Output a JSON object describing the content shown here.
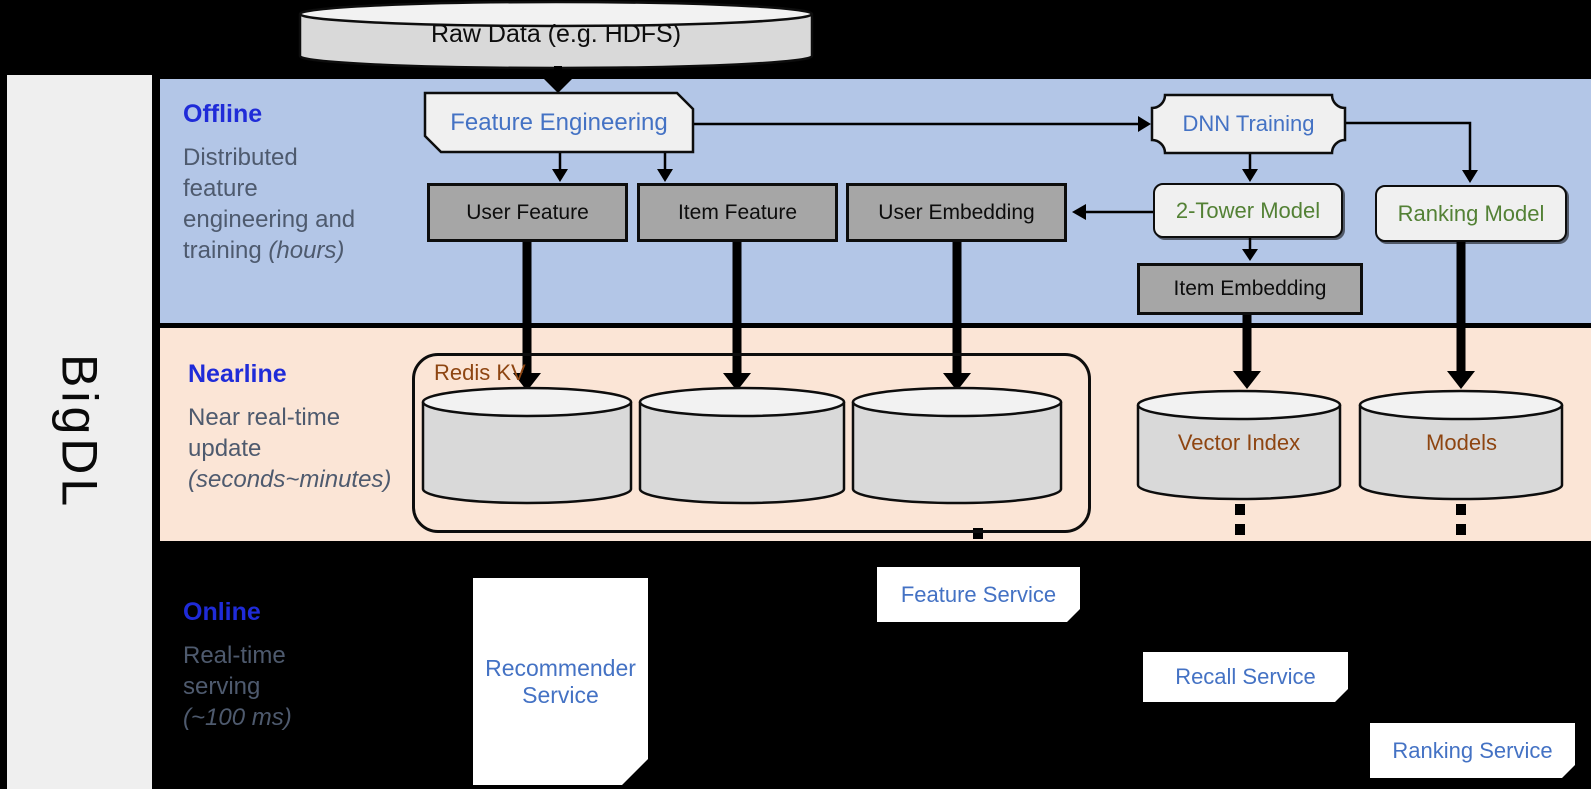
{
  "brand": "BigDL",
  "datasource": {
    "label": "Raw Data (e.g. HDFS)"
  },
  "lanes": {
    "offline": {
      "title": "Offline",
      "subtitle": "Distributed\nfeature\nengineering and\ntraining ",
      "subtitle_italic": "(hours)"
    },
    "nearline": {
      "title": "Nearline",
      "subtitle": "Near real-time\nupdate\n",
      "subtitle_italic": "(seconds~minutes)"
    },
    "online": {
      "title": "Online",
      "subtitle": "Real-time\nserving\n",
      "subtitle_italic": "(~100 ms)"
    }
  },
  "offline": {
    "feature_engineering": "Feature Engineering",
    "user_feature": "User Feature",
    "item_feature": "Item Feature",
    "user_embedding": "User Embedding",
    "dnn_training": "DNN Training",
    "two_tower_model": "2-Tower Model",
    "ranking_model": "Ranking Model",
    "item_embedding": "Item Embedding"
  },
  "nearline": {
    "redis_kv": "Redis KV",
    "vector_index": "Vector Index",
    "models": "Models"
  },
  "online": {
    "recommender_service": "Recommender\nService",
    "feature_service": "Feature Service",
    "recall_service": "Recall Service",
    "ranking_service": "Ranking Service"
  },
  "colors": {
    "background": "#000000",
    "offline_band": "#b3c6e7",
    "nearline_band": "#fbe5d6",
    "lane_title_blue": "#1f2bd8",
    "subtitle_slate": "#4e5a6e",
    "box_text_blue": "#4472c4",
    "model_text_green": "#538135",
    "storage_text_brown": "#8e4511",
    "gray_box_fill": "#a6a6a6",
    "light_box_fill": "#f0f0f0",
    "cylinder_fill": "#d9d9d9"
  }
}
